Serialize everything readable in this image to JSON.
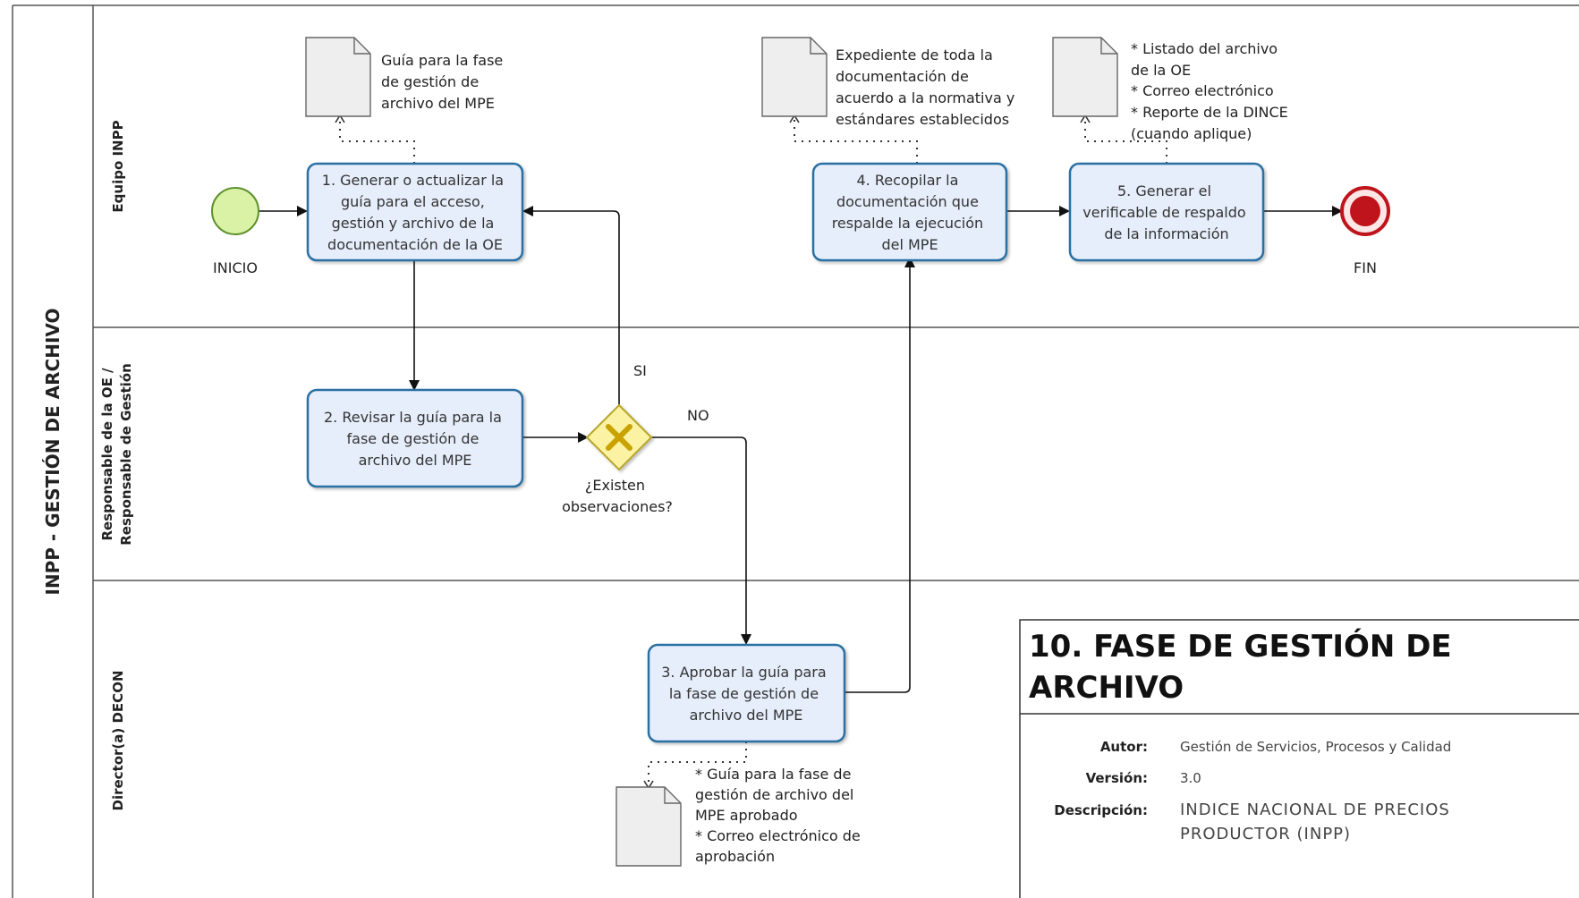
{
  "pool": {
    "title": "INPP -  GESTIÓN DE ARCHIVO"
  },
  "lanes": [
    {
      "id": "lane1",
      "title_lines": [
        "Equipo INPP"
      ]
    },
    {
      "id": "lane2",
      "title_lines": [
        "Responsable de la OE /",
        "Responsable de Gestión"
      ]
    },
    {
      "id": "lane3",
      "title_lines": [
        "Director(a) DECON"
      ]
    }
  ],
  "events": {
    "start_label": "INICIO",
    "end_label": "FIN"
  },
  "tasks": {
    "t1": [
      "1. Generar o actualizar la",
      "guía para el acceso,",
      "gestión y archivo de la",
      "documentación de la OE"
    ],
    "t2": [
      "2. Revisar la guía para la",
      "fase de gestión de",
      "archivo del MPE"
    ],
    "t3": [
      "3. Aprobar la guía para",
      "la fase de gestión de",
      "archivo del MPE"
    ],
    "t4": [
      "4. Recopilar la",
      "documentación que",
      "respalde la ejecución",
      "del MPE"
    ],
    "t5": [
      "5. Generar el",
      "verificable de respaldo",
      "de la información"
    ]
  },
  "gateway": {
    "label_lines": [
      "¿Existen",
      "observaciones?"
    ],
    "yes_label": "SI",
    "no_label": "NO"
  },
  "notes": {
    "n1": [
      "Guía para la fase",
      "de gestión de",
      "archivo del MPE"
    ],
    "n4": [
      "Expediente de toda la",
      "documentación de",
      "acuerdo a la normativa y",
      "estándares establecidos"
    ],
    "n5": [
      "* Listado del archivo",
      "de la OE",
      "* Correo electrónico",
      "* Reporte de la DINCE",
      "(cuando aplique)"
    ],
    "n3": [
      "* Guía para la fase de",
      "gestión de archivo del",
      "MPE aprobado",
      "* Correo electrónico de",
      "aprobación"
    ]
  },
  "info_box": {
    "title_lines": [
      "10. FASE DE GESTIÓN DE",
      "ARCHIVO"
    ],
    "author_key": "Autor:",
    "author_val": "Gestión de Servicios, Procesos y Calidad",
    "version_key": "Versión:",
    "version_val": "3.0",
    "desc_key": "Descripción:",
    "desc_lines": [
      "INDICE NACIONAL DE PRECIOS",
      "PRODUCTOR (INPP)"
    ]
  },
  "colors": {
    "task_fill": "#e6eefb",
    "task_stroke": "#2c6fa3",
    "start_fill": "#d9f2a6",
    "start_stroke": "#5c8f2a",
    "end_fill": "#c0141c",
    "gateway_fill": "#fbf3a3",
    "gateway_stroke": "#b7a62b",
    "gateway_cross": "#c9a200"
  }
}
